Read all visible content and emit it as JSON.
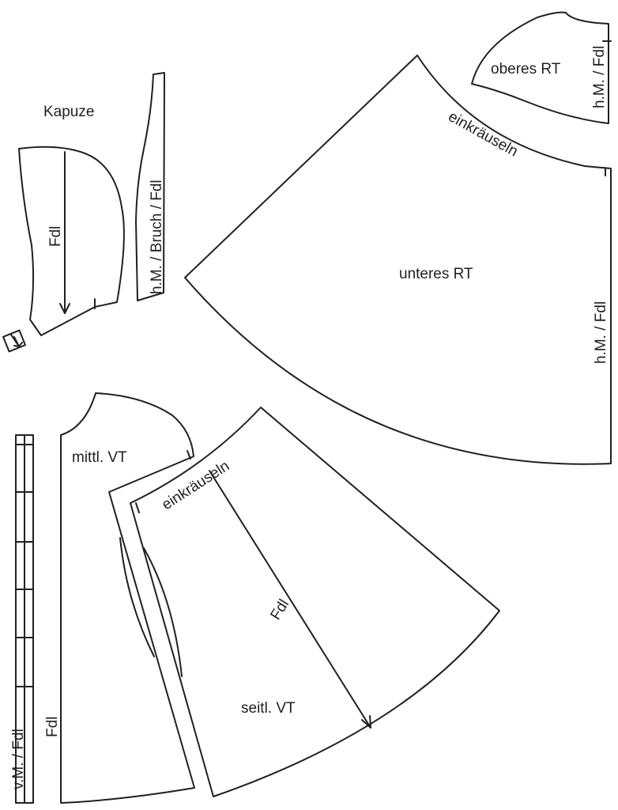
{
  "labels": {
    "kapuze": "Kapuze",
    "hood_fdl": "Fdl",
    "strip": "h.M. / Bruch / Fdl",
    "oberes_rt": "oberes RT",
    "oberes_hm": "h.M. / Fdl",
    "einkraeuseln_top": "einkräuseln",
    "unteres_rt": "unteres RT",
    "unteres_hm": "h.M. / Fdl",
    "mittl_vt": "mittl. VT",
    "mittl_fdl": "Fdl",
    "einkraeuseln_front": "einkräuseln",
    "seitl_fdl": "Fdl",
    "seitl_vt": "seitl. VT",
    "vm_fdl": "v.M. / Fdl"
  }
}
